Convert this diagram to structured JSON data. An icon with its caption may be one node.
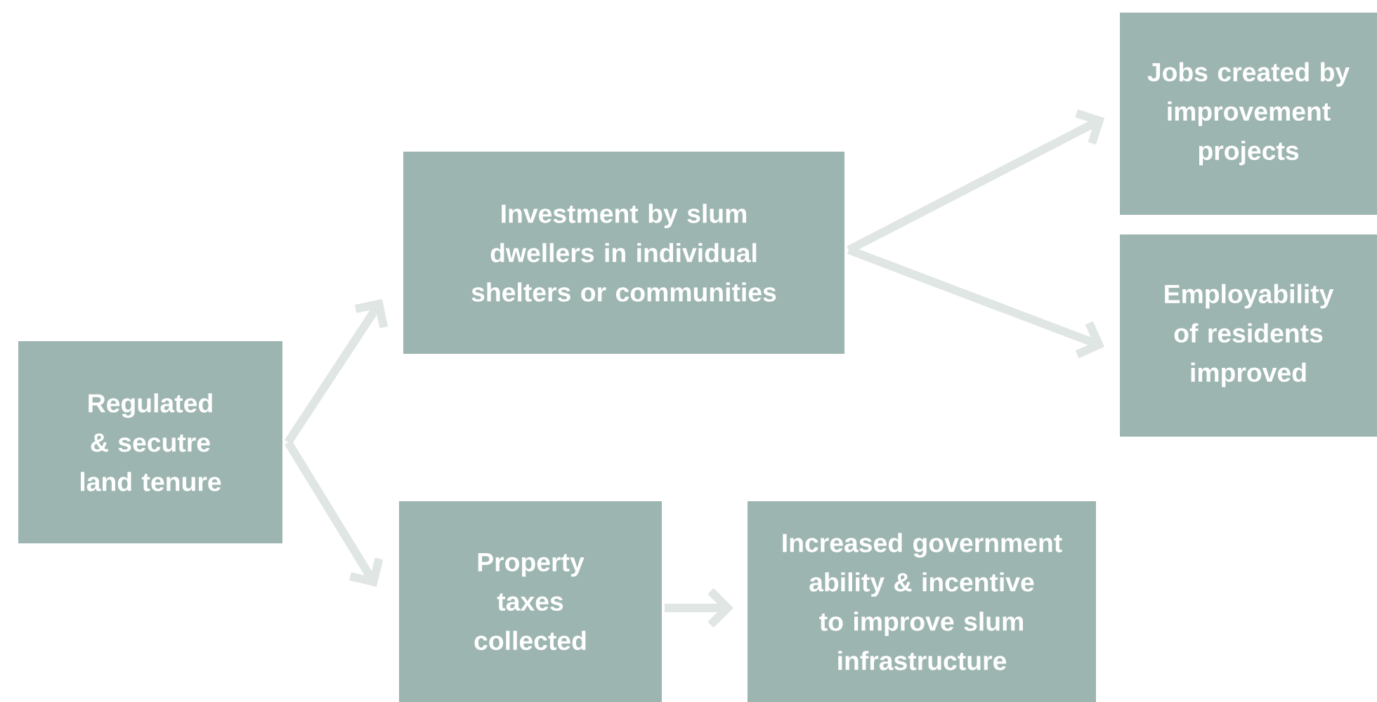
{
  "diagram": {
    "nodes": [
      {
        "text": [
          "Regulated & secutre land tenure"
        ]
      },
      {
        "text": [
          "Investment by slum dwellers in individual shelters or communities"
        ]
      },
      {
        "text": [
          "Jobs created by improvement projects"
        ]
      },
      {
        "text": [
          "Employability of residents improved"
        ]
      },
      {
        "text": [
          "Property taxes collected"
        ]
      },
      {
        "text": [
          "Increased government ability & incentive to improve slum infrastructure"
        ]
      }
    ],
    "edges": [
      {
        "from": 0,
        "to": 1,
        "arrow": "to"
      },
      {
        "from": 0,
        "to": 4,
        "arrow": "to"
      },
      {
        "from": 1,
        "to": 2,
        "arrow": "to"
      },
      {
        "from": 1,
        "to": 3,
        "arrow": "to"
      },
      {
        "from": 4,
        "to": 5,
        "arrow": "to"
      }
    ]
  }
}
